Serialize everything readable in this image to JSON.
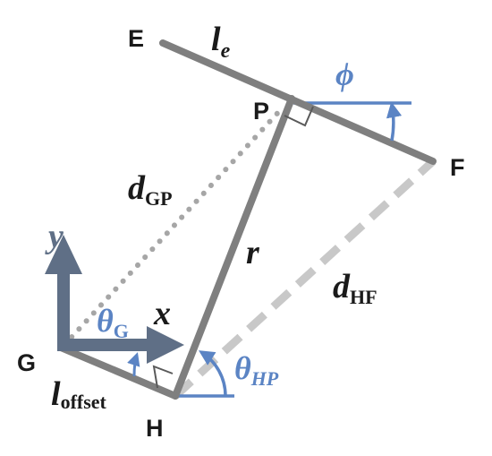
{
  "points": {
    "E": "E",
    "F": "F",
    "P": "P",
    "G": "G",
    "H": "H"
  },
  "labels": {
    "le": {
      "base": "l",
      "sub": "e"
    },
    "phi": "ϕ",
    "dGP": {
      "base": "d",
      "sub": "GP"
    },
    "r": "r",
    "dHF": {
      "base": "d",
      "sub": "HF"
    },
    "y": "y",
    "x": "x",
    "thetaG": {
      "base": "θ",
      "sub": "G"
    },
    "thetaHP": {
      "base": "θ",
      "sub": "HP"
    },
    "loffset": {
      "base": "l",
      "sub": "offset"
    }
  },
  "colors": {
    "link": "#7f7f7f",
    "dashed": "#c8c8c8",
    "dotted": "#a6a6a6",
    "accent_blue": "#5b84c4",
    "frame_axes": "#5f6f86",
    "text": "#1a1a1a"
  }
}
